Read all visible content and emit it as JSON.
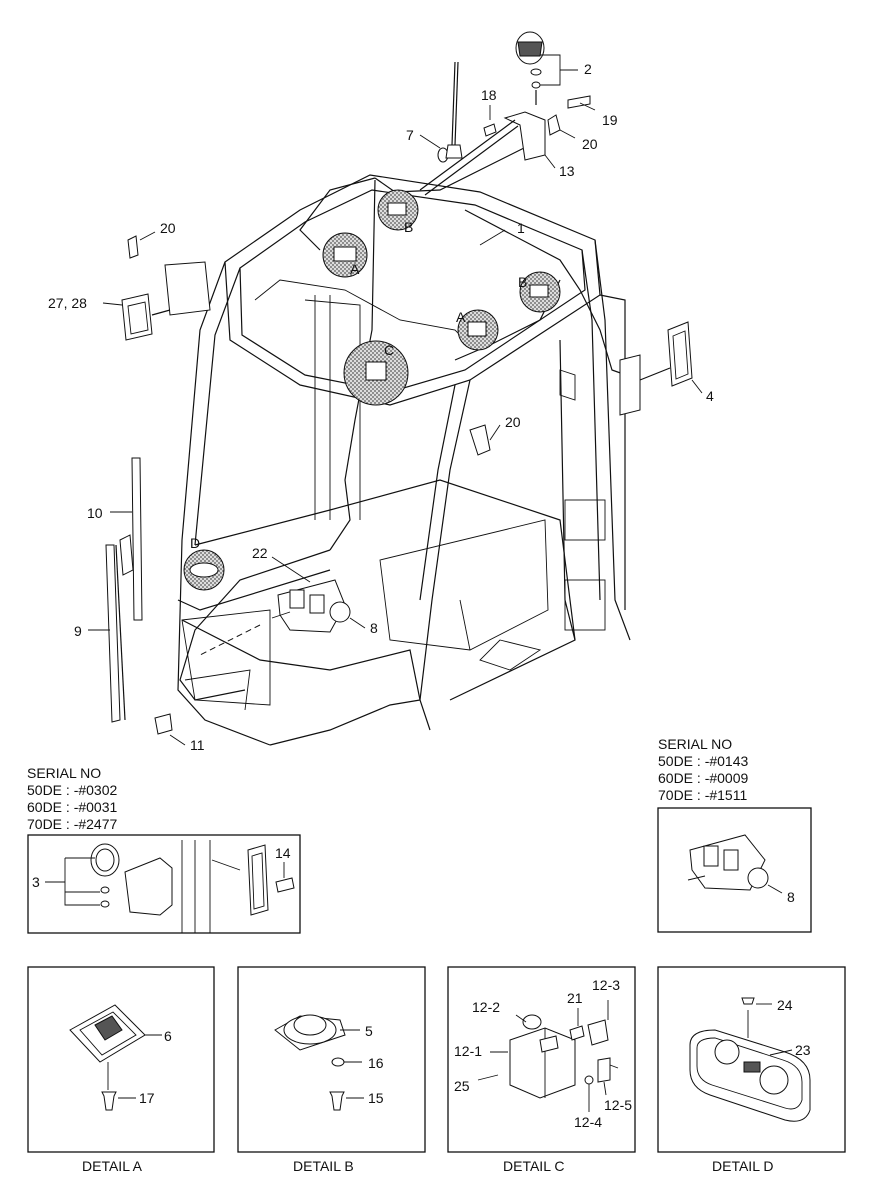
{
  "callouts": {
    "c1": "1",
    "c2": "2",
    "c4": "4",
    "c7": "7",
    "c8": "8",
    "c9": "9",
    "c10": "10",
    "c11": "11",
    "c13": "13",
    "c18": "18",
    "c19": "19",
    "c20a": "20",
    "c20b": "20",
    "c20c": "20",
    "c22": "22",
    "c2728": "27, 28"
  },
  "zones": {
    "a1": "A",
    "a2": "A",
    "b1": "B",
    "b2": "B",
    "c": "C",
    "d": "D"
  },
  "serial_left": {
    "heading": "SERIAL NO",
    "line1": "50DE : -#0302",
    "line2": "60DE : -#0031",
    "line3": "70DE : -#2477",
    "c3": "3",
    "c14": "14"
  },
  "serial_right": {
    "heading": "SERIAL NO",
    "line1": "50DE : -#0143",
    "line2": "60DE : -#0009",
    "line3": "70DE : -#1511",
    "c8": "8"
  },
  "detail_a": {
    "caption": "DETAIL A",
    "c6": "6",
    "c17": "17"
  },
  "detail_b": {
    "caption": "DETAIL B",
    "c5": "5",
    "c16": "16",
    "c15": "15"
  },
  "detail_c": {
    "caption": "DETAIL C",
    "c12_1": "12-1",
    "c12_2": "12-2",
    "c12_3": "12-3",
    "c12_4": "12-4",
    "c12_5": "12-5",
    "c21": "21",
    "c25": "25"
  },
  "detail_d": {
    "caption": "DETAIL D",
    "c23": "23",
    "c24": "24"
  }
}
